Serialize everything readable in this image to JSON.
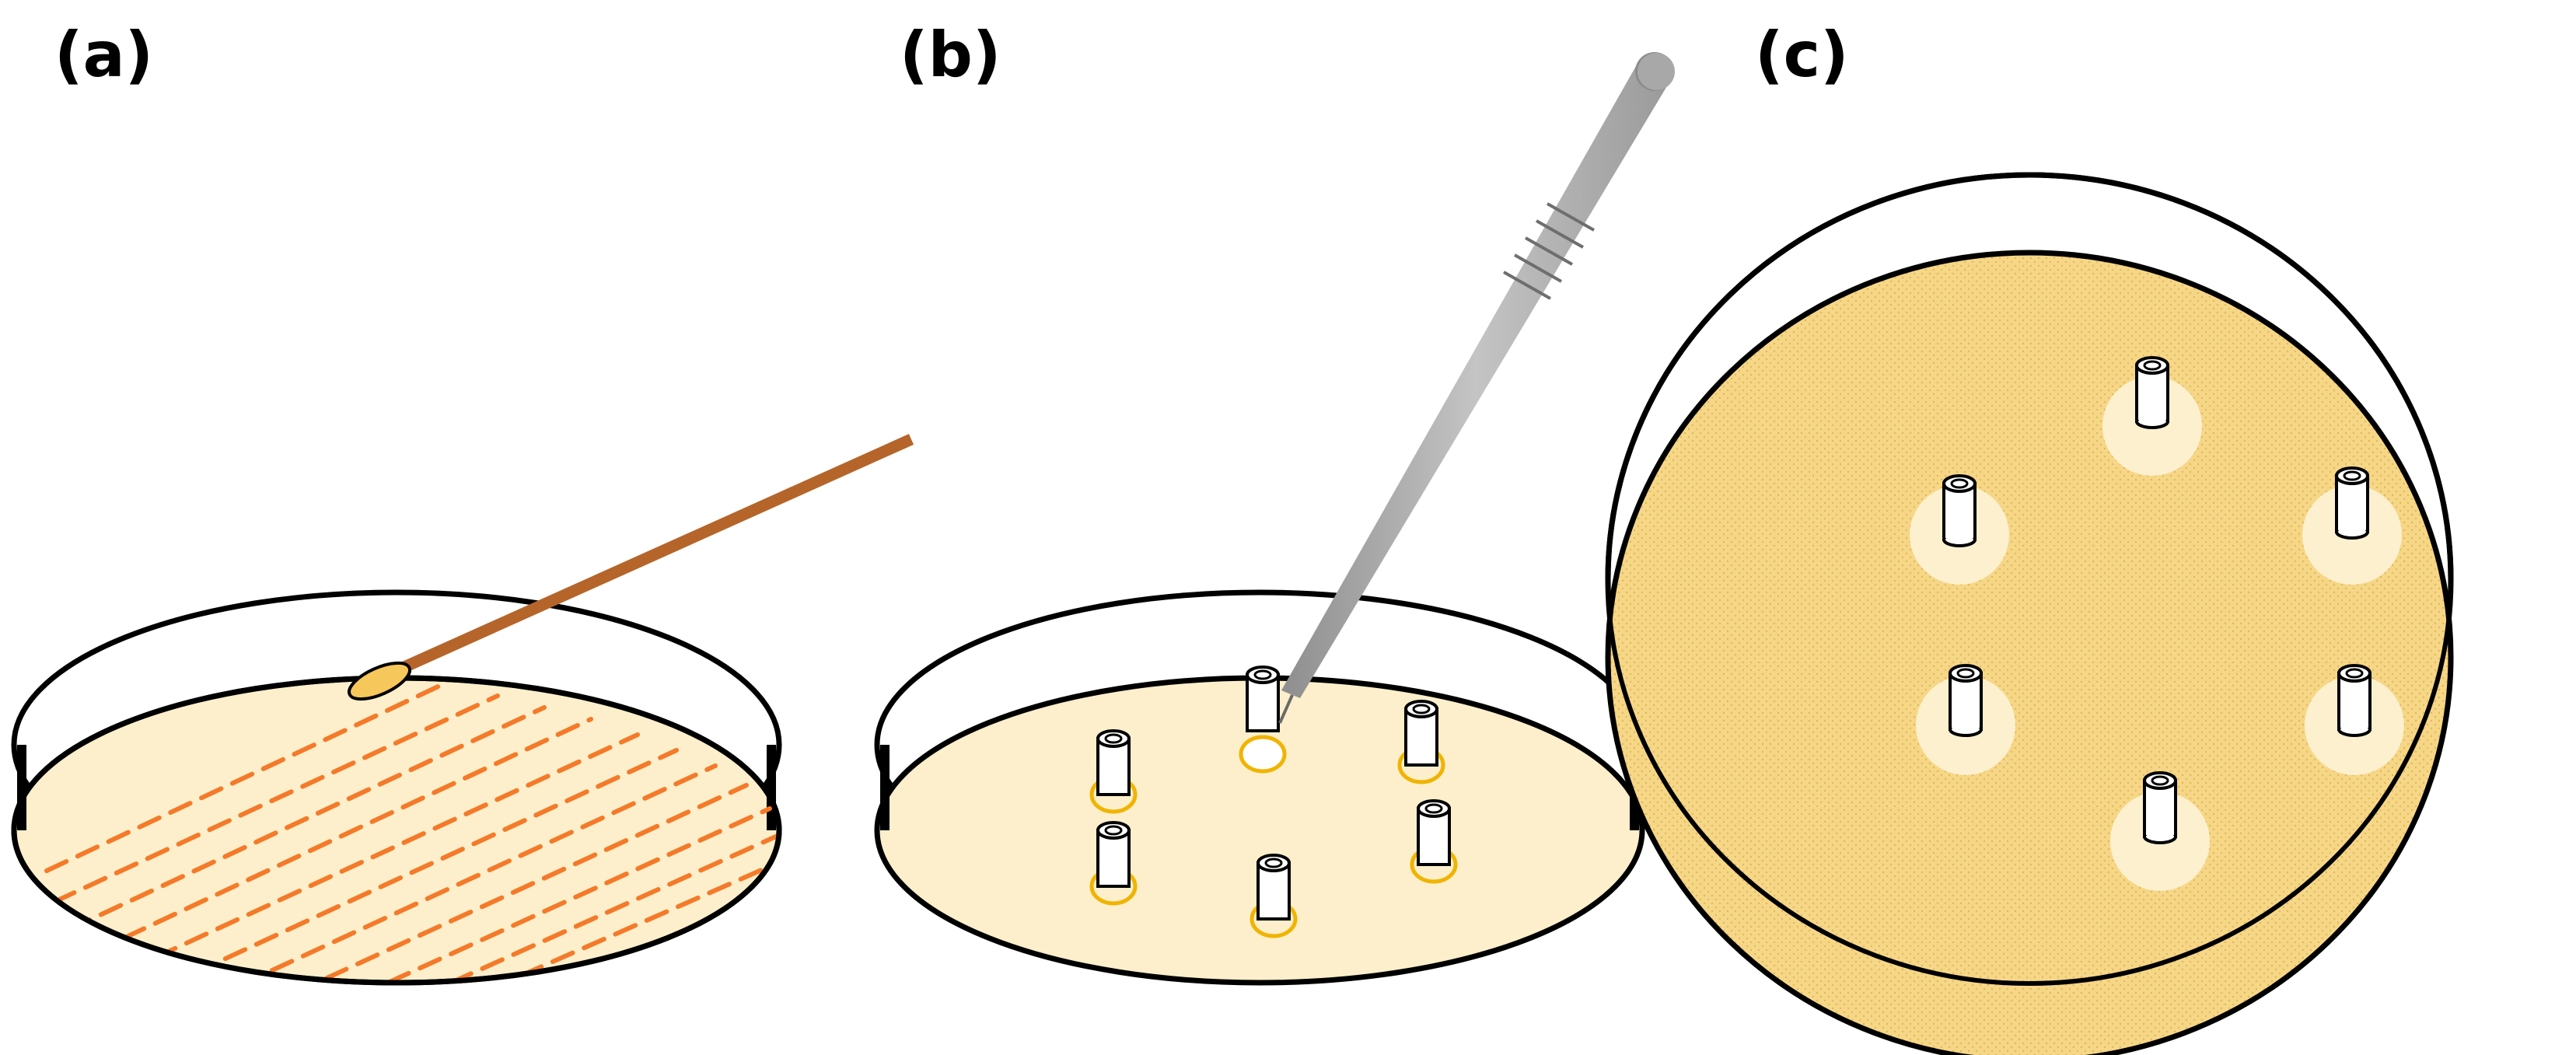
{
  "panels": {
    "a": {
      "label": "(a)"
    },
    "b": {
      "label": "(b)"
    },
    "c": {
      "label": "(c)"
    }
  },
  "colors": {
    "agar": "#fdefcb",
    "lawn": "#f6d788",
    "streak": "#f47a2a",
    "swab": "#b5652a",
    "inhibition_zone": "#fcf1d3",
    "disc_ring": "#f0b400",
    "forceps": "#b4b4b4"
  },
  "icons": {
    "tool_a": "cotton-swab-icon",
    "tool_b": "forceps-icon",
    "disc": "antibiotic-disc-icon"
  }
}
